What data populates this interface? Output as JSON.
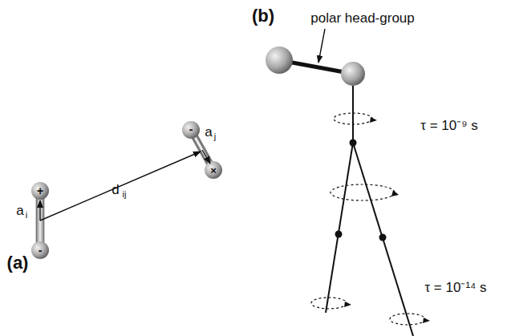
{
  "diagram": {
    "labels": [
      "(a)",
      "(b)",
      "polar head-group",
      "+",
      "-",
      "-",
      "×",
      "a",
      "i",
      "d",
      "ij",
      "a",
      "j",
      "τ = 10⁻⁹ s",
      "τ = 10⁻¹⁴ s"
    ]
  }
}
